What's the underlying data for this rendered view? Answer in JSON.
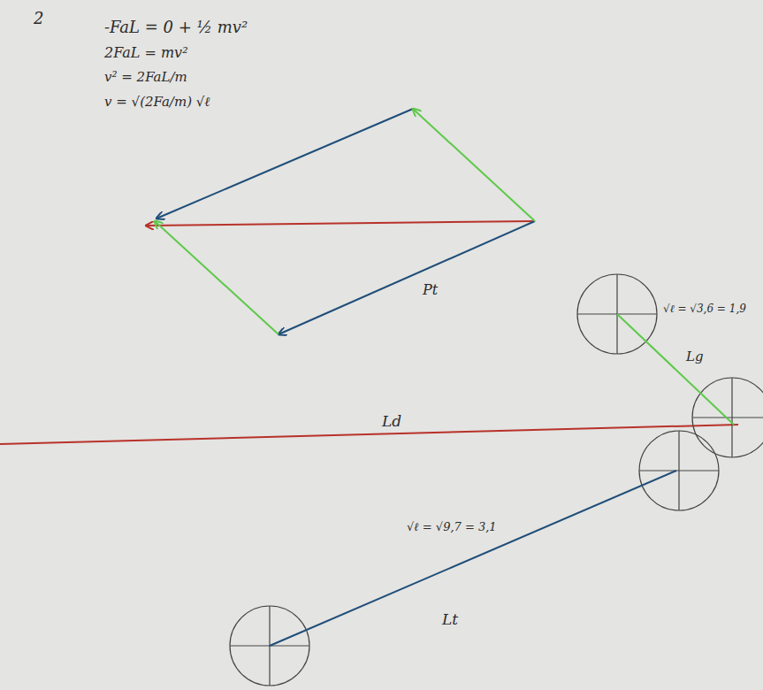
{
  "diagram": {
    "labels": [
      "2",
      "-FaL = 0 + ½ mv²",
      "2FaL = mv²",
      "v² = 2FaL/m",
      "v = √(2Fa/m) √ℓ",
      "Pt",
      "√ℓ = √3,6 = 1,9",
      "Lg",
      "Ld",
      "√ℓ = √9,7 = 3,1",
      "Lt"
    ]
  }
}
